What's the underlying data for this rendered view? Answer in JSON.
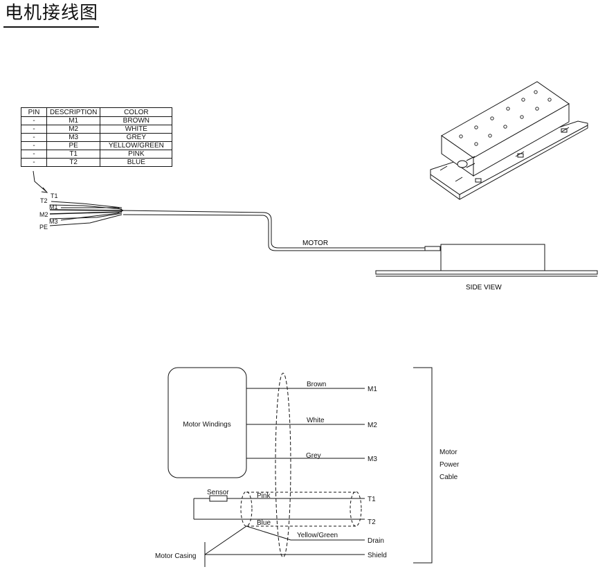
{
  "title": "电机接线图",
  "pin_table": {
    "headers": [
      "PIN",
      "DESCRIPTION",
      "COLOR"
    ],
    "rows": [
      [
        "-",
        "M1",
        "BROWN"
      ],
      [
        "-",
        "M2",
        "WHITE"
      ],
      [
        "-",
        "M3",
        "GREY"
      ],
      [
        "-",
        "PE",
        "YELLOW/GREEN"
      ],
      [
        "-",
        "T1",
        "PINK"
      ],
      [
        "-",
        "T2",
        "BLUE"
      ]
    ]
  },
  "cable_labels": {
    "t1": "T1",
    "t2": "T2",
    "m1": "M1",
    "m2": "M2",
    "m3": "M3",
    "pe": "PE"
  },
  "motor_label": "MOTOR",
  "side_view_label": "SIDE VIEW",
  "schematic": {
    "windings_label": "Motor Windings",
    "wire_colors": {
      "brown": "Brown",
      "white": "White",
      "grey": "Grey",
      "pink": "Pink",
      "blue": "Blue",
      "yellow_green": "Yellow/Green"
    },
    "terminals": {
      "m1": "M1",
      "m2": "M2",
      "m3": "M3",
      "t1": "T1",
      "t2": "T2",
      "drain": "Drain",
      "shield": "Shield"
    },
    "sensor_label": "Sensor",
    "casing_label": "Motor Casing",
    "bracket_label": [
      "Motor",
      "Power",
      "Cable"
    ]
  }
}
